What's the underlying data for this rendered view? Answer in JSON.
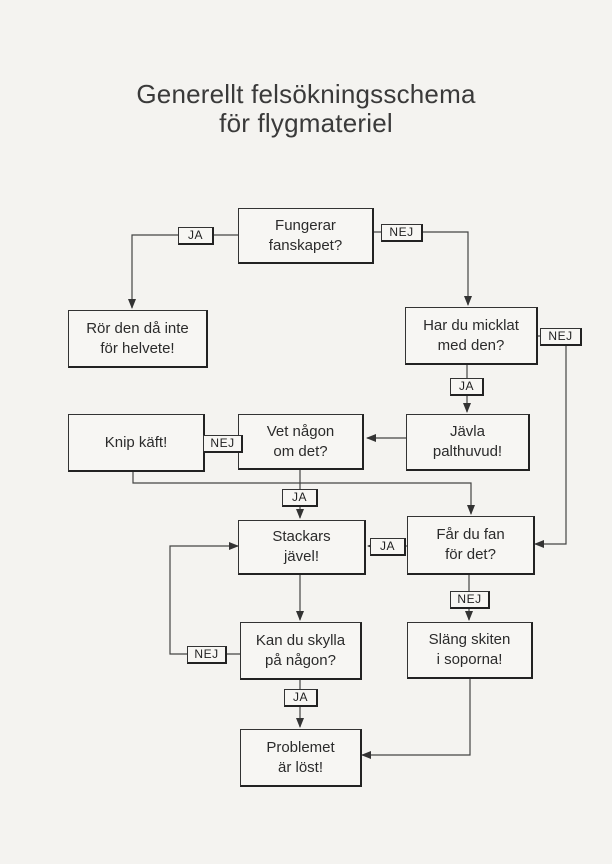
{
  "title": {
    "line1": "Generellt felsökningsschema",
    "line2": "för flygmateriel"
  },
  "nodes": {
    "fungerar": "Fungerar\nfanskapet?",
    "ror": "Rör den då inte\nför helvete!",
    "micklat": "Har du micklat\nmed den?",
    "javla": "Jävla\npalthuvud!",
    "vet": "Vet någon\nom det?",
    "knip": "Knip käft!",
    "stackars": "Stackars\njävel!",
    "fardu": "Får du fan\nför det?",
    "skylla": "Kan du skylla\npå någon?",
    "slang": "Släng skiten\ni soporna!",
    "problemet": "Problemet\när löst!"
  },
  "labels": {
    "ja": "JA",
    "nej": "NEJ"
  }
}
